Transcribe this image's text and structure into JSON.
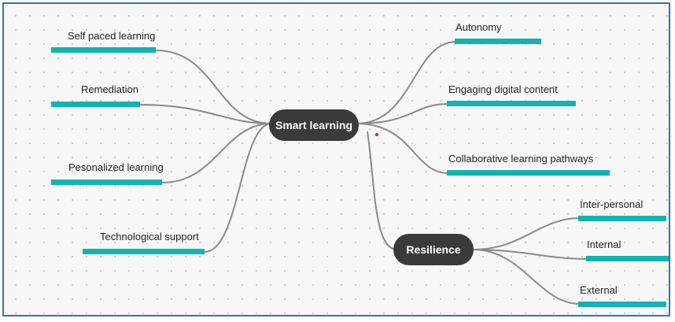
{
  "mindmap": {
    "central": "Smart learning",
    "sub_node": "Resilience",
    "left_branches": [
      "Self paced learning",
      "Remediation",
      "Pesonalized learning",
      "Technological  support"
    ],
    "right_branches": [
      "Autonomy",
      "Engaging digital content",
      "Collaborative learning pathways"
    ],
    "resilience_branches": [
      "Inter-personal",
      "Internal",
      "External"
    ]
  },
  "colors": {
    "node_fill": "#3a3a3a",
    "leaf_bar": "#12b3b3",
    "link": "#8a8a8a",
    "frame_border": "#3b6fb6"
  }
}
